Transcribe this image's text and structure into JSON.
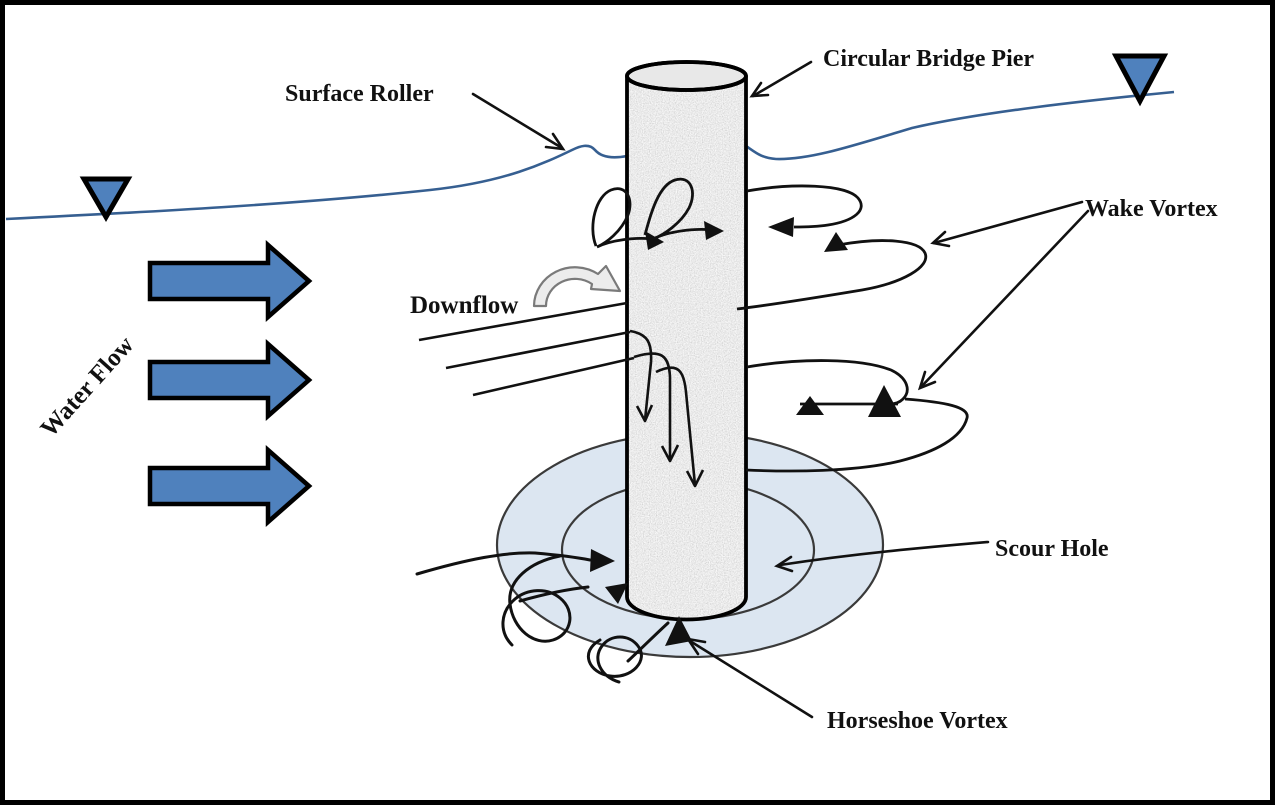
{
  "diagram": {
    "type": "schematic",
    "subject": "Local scour around a circular bridge pier",
    "labels": {
      "surface_roller": "Surface Roller",
      "circular_bridge_pier": "Circular Bridge Pier",
      "wake_vortex": "Wake Vortex",
      "water_flow": "Water Flow",
      "downflow": "Downflow",
      "scour_hole": "Scour Hole",
      "horseshoe_vortex": "Horseshoe Vortex"
    },
    "colors": {
      "flow_arrow_fill": "#4f81bd",
      "water_level_marker_fill": "#4f81bd",
      "water_surface_line": "#365f91",
      "scour_hole_fill": "#dce6f1",
      "scour_hole_outline": "#3a3a3a",
      "pier_outline": "#000000",
      "ink": "#111111",
      "background": "#ffffff",
      "frame": "#000000"
    }
  }
}
